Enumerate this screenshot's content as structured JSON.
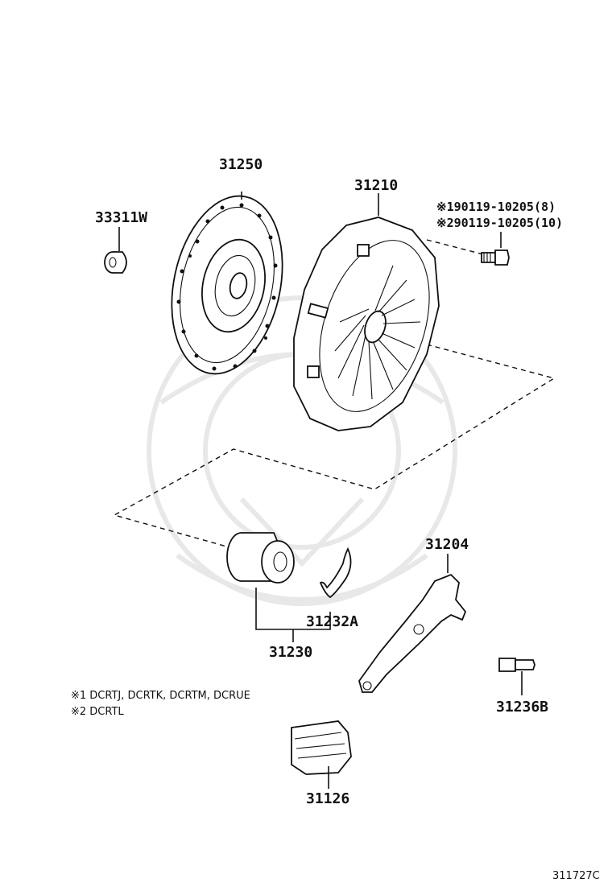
{
  "parts": {
    "p31250": "31250",
    "p33311w": "33311W",
    "p31210": "31210",
    "bolt_note_1": "※190119-10205(8)",
    "bolt_note_2": "※290119-10205(10)",
    "p31204": "31204",
    "p31232a": "31232A",
    "p31230": "31230",
    "p31236b": "31236B",
    "p31126": "31126"
  },
  "notes": {
    "note1": "※1 DCRTJ, DCRTK, DCRTM, DCRUE",
    "note2": "※2 DCRTL"
  },
  "diagram_ref": "311727C",
  "colors": {
    "ink": "#111111",
    "watermark": "#e8e8e8",
    "background": "#ffffff"
  }
}
